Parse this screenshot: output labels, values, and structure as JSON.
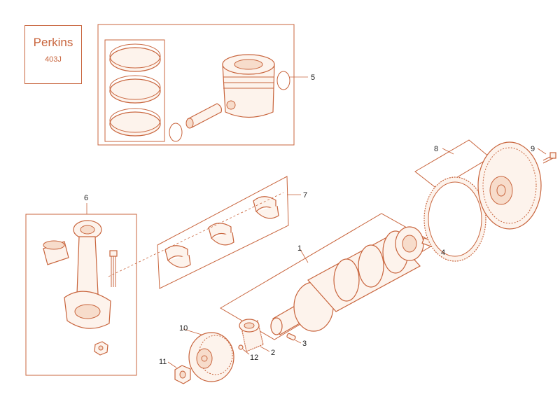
{
  "brand": {
    "name": "Perkins",
    "model": "403J"
  },
  "colors": {
    "line": "#c8643c",
    "fill": "#fdf3ec",
    "text": "#222222"
  },
  "callouts": [
    "1",
    "2",
    "3",
    "4",
    "5",
    "6",
    "7",
    "8",
    "9",
    "10",
    "11",
    "12"
  ]
}
